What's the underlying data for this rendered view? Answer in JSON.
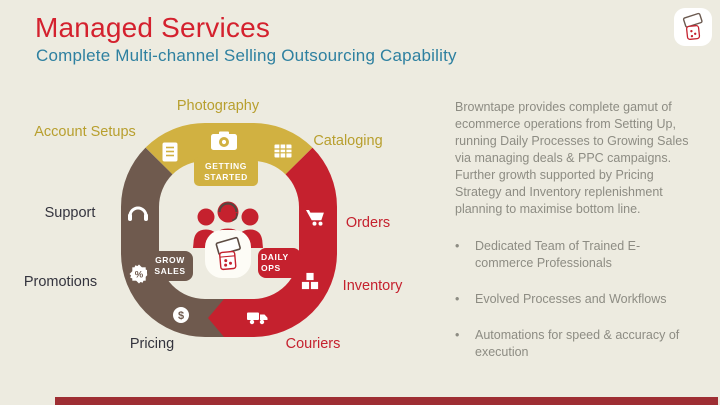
{
  "slide": {
    "title": "Managed Services",
    "subtitle": "Complete Multi-channel Selling Outsourcing Capability"
  },
  "diagram": {
    "badges": {
      "getting_started": "GETTING STARTED",
      "grow_sales": "GROW SALES",
      "daily_ops": "DAILY OPS"
    },
    "labels": {
      "photography": "Photography",
      "account_setups": "Account Setups",
      "cataloging": "Cataloging",
      "support": "Support",
      "orders": "Orders",
      "promotions": "Promotions",
      "inventory": "Inventory",
      "pricing": "Pricing",
      "couriers": "Couriers"
    },
    "icon_glyphs": {
      "percent": "%",
      "dollar": "$"
    }
  },
  "panel": {
    "paragraph": "Browntape provides complete gamut of ecommerce operations from Setting Up, running Daily Processes to Growing Sales via managing deals & PPC campaigns. Further growth supported by Pricing Strategy and Inventory replenishment planning to maximise bottom line.",
    "bullet_glyph": "•",
    "bullets": [
      "Dedicated Team of Trained E-commerce Professionals",
      "Evolved Processes and Workflows",
      "Automations for speed & accuracy of execution"
    ]
  },
  "colors": {
    "background": "#edebe0",
    "title_red": "#d4212e",
    "subtitle_teal": "#2e80a0",
    "gold_segment": "#d1b141",
    "gold_label": "#b89f2e",
    "red_segment": "#c5212e",
    "brown_segment": "#6f5a4e",
    "dark_label": "#34343e",
    "gray_text": "#8d8c83",
    "bottom_bar": "#9e2e33"
  }
}
